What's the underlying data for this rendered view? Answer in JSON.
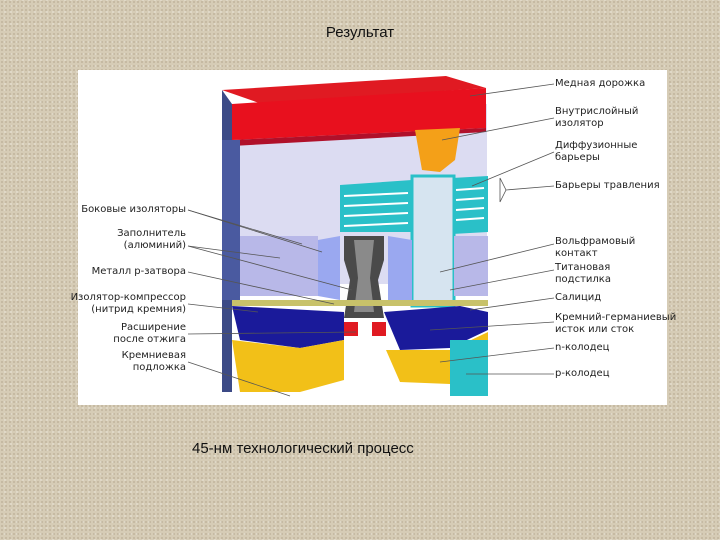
{
  "title": "Результат",
  "caption": "45-нм технологический процесс",
  "labels_left": [
    {
      "id": "side-insulators",
      "lines": [
        "Боковые изоляторы"
      ]
    },
    {
      "id": "filler",
      "lines": [
        "Заполнитель",
        "(алюминий)"
      ]
    },
    {
      "id": "p-gate-metal",
      "lines": [
        "Металл р-затвора"
      ]
    },
    {
      "id": "compressor-insulator",
      "lines": [
        "Изолятор-компрессор",
        "(нитрид кремния)"
      ]
    },
    {
      "id": "anneal-expansion",
      "lines": [
        "Расширение",
        "после отжига"
      ]
    },
    {
      "id": "silicon-substrate",
      "lines": [
        "Кремниевая",
        "подложка"
      ]
    }
  ],
  "labels_right": [
    {
      "id": "copper-track",
      "lines": [
        "Медная дорожка"
      ]
    },
    {
      "id": "interlayer-insulator",
      "lines": [
        "Внутрислойный",
        "изолятор"
      ]
    },
    {
      "id": "diffusion-barriers",
      "lines": [
        "Диффузионные",
        "барьеры"
      ]
    },
    {
      "id": "etch-barriers",
      "lines": [
        "Барьеры травления"
      ]
    },
    {
      "id": "tungsten-contact",
      "lines": [
        "Вольфрамовый",
        "контакт"
      ]
    },
    {
      "id": "titanium-liner",
      "lines": [
        "Титановая",
        "подстилка"
      ]
    },
    {
      "id": "salicide",
      "lines": [
        "Салицид"
      ]
    },
    {
      "id": "sige-source-drain",
      "lines": [
        "Кремний-германиевый",
        "исток или сток"
      ]
    },
    {
      "id": "n-well",
      "lines": [
        "n-колодец"
      ]
    },
    {
      "id": "p-well",
      "lines": [
        "р-колодец"
      ]
    }
  ],
  "colors": {
    "copper": "#e8101e",
    "copper_top": "#c8102e",
    "insulator": "#d8d8f0",
    "side_dark": "#3c4a86",
    "cyan": "#2ac0c8",
    "blue_sige": "#1a1a9a",
    "yellow": "#f2c018",
    "orange": "#f4a018",
    "gate_gray": "#4a4a4a",
    "light_blue": "#9aa8f0"
  }
}
